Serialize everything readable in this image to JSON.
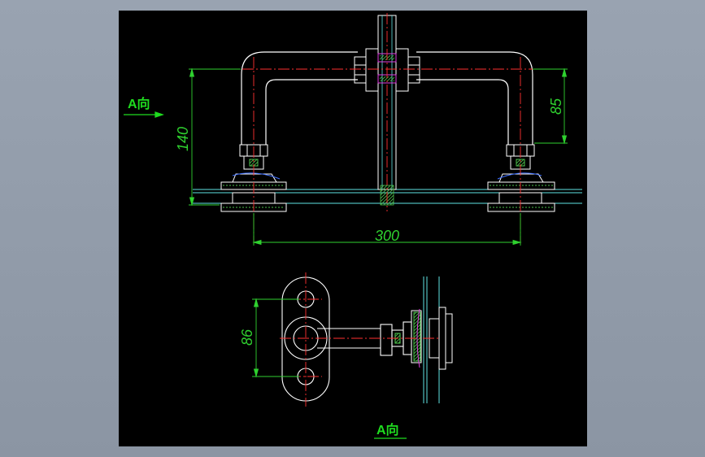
{
  "drawing": {
    "view_label_top": "A向",
    "view_label_bottom": "A向",
    "dim_height_total": "140",
    "dim_height_upper": "85",
    "dim_width": "300",
    "dim_plate_height": "86"
  },
  "colors": {
    "background": "#000000",
    "outline": "#ffffff",
    "centerline": "#ff3030",
    "dimension": "#2fd12f",
    "glass": "#5fe3e3",
    "accent": "#e03fe0",
    "hatch": "#4bbf4b"
  }
}
